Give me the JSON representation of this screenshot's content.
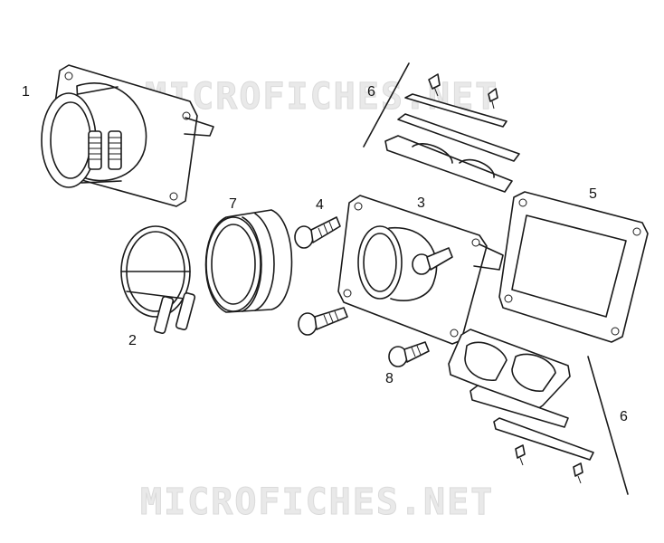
{
  "watermark": {
    "text": "MICROFICHES.NET"
  },
  "callouts": {
    "p1": "1",
    "p2": "2",
    "p3": "3",
    "p4": "4",
    "p5": "5",
    "p6_top": "6",
    "p6_bottom": "6",
    "p7": "7",
    "p8": "8"
  }
}
